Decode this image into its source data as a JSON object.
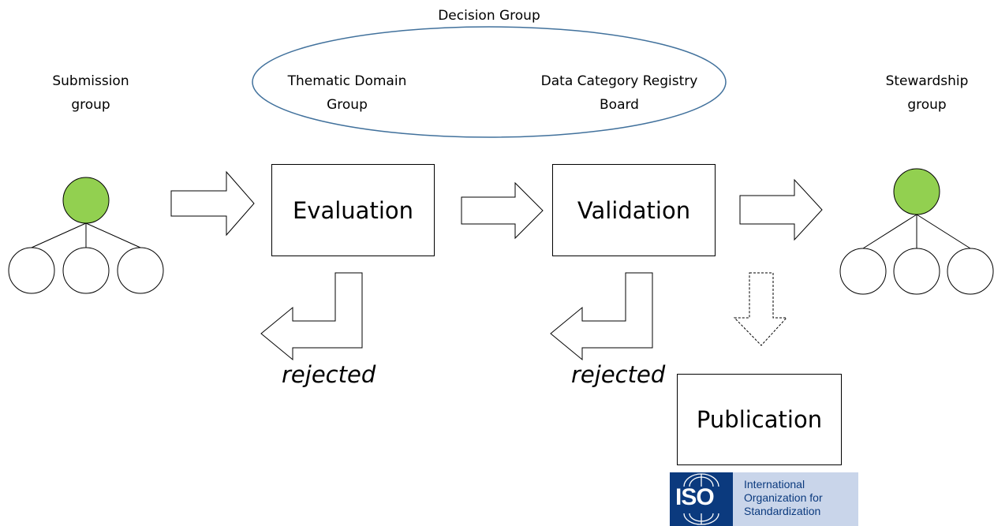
{
  "decision_group": {
    "title": "Decision Group",
    "members": [
      "Thematic Domain Group",
      "Data Category Registry Board"
    ]
  },
  "submission_group": "Submission group",
  "stewardship_group": "Stewardship group",
  "steps": {
    "evaluation": "Evaluation",
    "validation": "Validation",
    "publication": "Publication"
  },
  "rejected_labels": [
    "rejected",
    "rejected"
  ],
  "iso_logo": {
    "mark": "ISO",
    "text": "International Organization for Standardization"
  },
  "colors": {
    "ellipse_stroke": "#41719c",
    "root_node_fill": "#92d050",
    "iso_blue": "#0b3a7e",
    "iso_panel": "#c9d5ea"
  }
}
